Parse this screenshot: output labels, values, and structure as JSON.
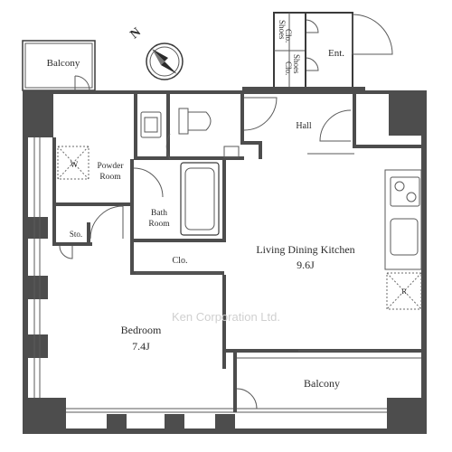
{
  "compass": {
    "label": "N"
  },
  "rooms": {
    "balcony_top": "Balcony",
    "shoes_1": "Shoes",
    "clo_1": "Clo.",
    "shoes_2": "Shoes",
    "clo_2": "Clo.",
    "entrance": "Ent.",
    "hall": "Hall",
    "washer": "W",
    "powder_1": "Powder",
    "powder_2": "Room",
    "bath_1": "Bath",
    "bath_2": "Room",
    "storage": "Sto.",
    "closet": "Clo.",
    "ldk_name": "Living Dining Kitchen",
    "ldk_size": "9.6J",
    "refrigerator": "R",
    "bedroom_name": "Bedroom",
    "bedroom_size": "7.4J",
    "balcony_bottom": "Balcony"
  },
  "watermark": "Ken Corporation Ltd."
}
